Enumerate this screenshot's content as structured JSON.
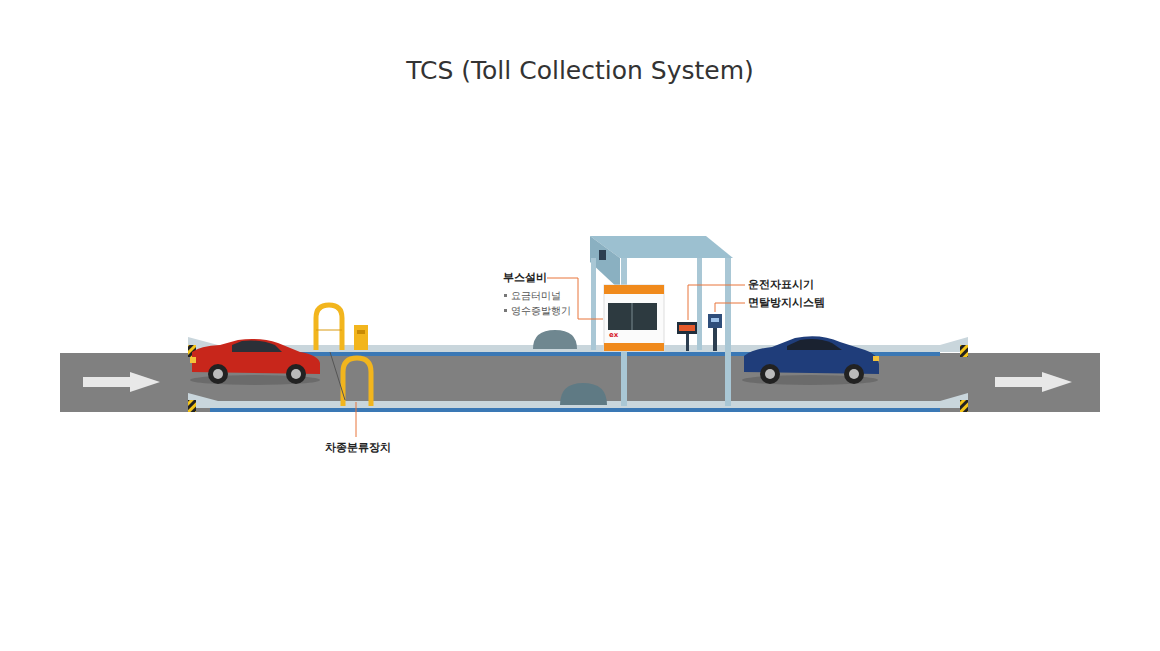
{
  "diagram": {
    "title": "TCS (Toll Collection System)",
    "labels": [
      "부스설비",
      "요금터미널",
      "영수증발행기",
      "운전자표시기",
      "면탈방지시스템",
      "차종분류장치",
      "ex"
    ]
  }
}
